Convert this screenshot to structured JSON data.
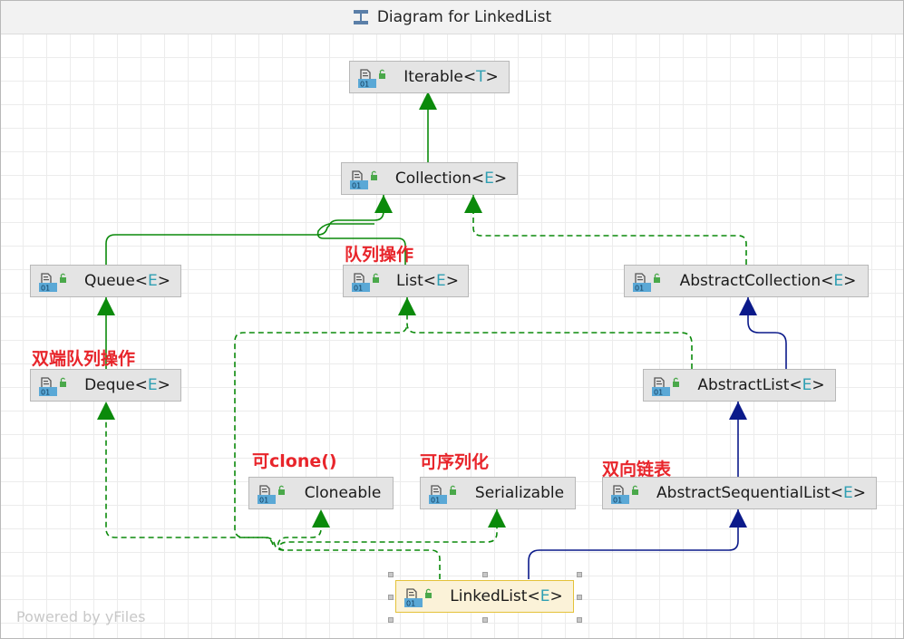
{
  "window": {
    "title": "Diagram for LinkedList"
  },
  "nodes": {
    "iterable": {
      "name": "Iterable",
      "tp": "T"
    },
    "collection": {
      "name": "Collection",
      "tp": "E"
    },
    "queue": {
      "name": "Queue",
      "tp": "E"
    },
    "list": {
      "name": "List",
      "tp": "E"
    },
    "abstract_collection": {
      "name": "AbstractCollection",
      "tp": "E"
    },
    "deque": {
      "name": "Deque",
      "tp": "E"
    },
    "abstract_list": {
      "name": "AbstractList",
      "tp": "E"
    },
    "cloneable": {
      "name": "Cloneable",
      "tp": ""
    },
    "serializable": {
      "name": "Serializable",
      "tp": ""
    },
    "abstract_sequential_list": {
      "name": "AbstractSequentialList",
      "tp": "E"
    },
    "linked_list": {
      "name": "LinkedList",
      "tp": "E"
    }
  },
  "annotations": {
    "list": "队列操作",
    "deque": "双端队列操作",
    "cloneable": "可clone()",
    "serializable": "可序列化",
    "sequential": "双向链表"
  },
  "footer": {
    "powered_by": "Powered by yFiles"
  },
  "colors": {
    "extends_interface": "#0b8a0b",
    "implements": "#0b8a0b",
    "extends_class": "#0b1a8a",
    "annotation": "#e8252b",
    "type_param": "#2f9fb3",
    "selection": "#e4c23a"
  }
}
